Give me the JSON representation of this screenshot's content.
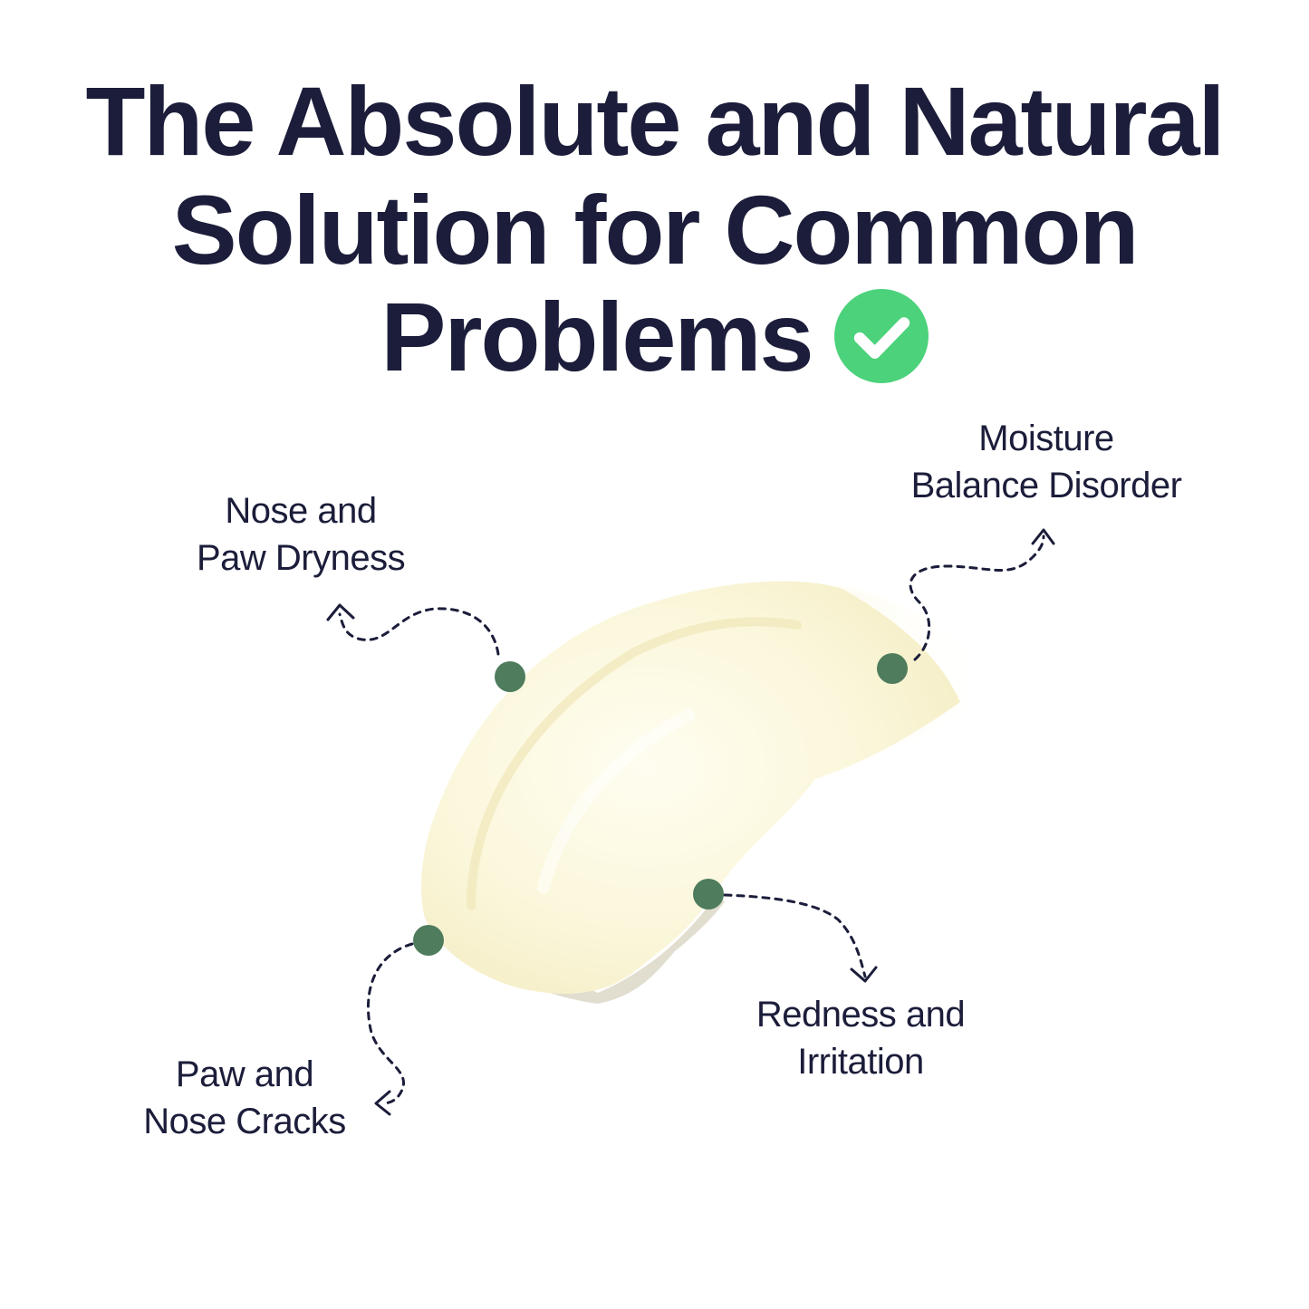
{
  "headline": {
    "line1": "The Absolute and Natural",
    "line2": "Solution for Common",
    "line3": "Problems",
    "check_icon": "check-circle-icon"
  },
  "callouts": [
    {
      "id": "nose",
      "line1": "Nose and",
      "line2": "Paw Dryness"
    },
    {
      "id": "moisture",
      "line1": "Moisture",
      "line2": "Balance Disorder"
    },
    {
      "id": "cracks",
      "line1": "Paw and",
      "line2": "Nose Cracks"
    },
    {
      "id": "redness",
      "line1": "Redness and",
      "line2": "Irritation"
    }
  ],
  "colors": {
    "text": "#1b1d3a",
    "check": "#4cd27b",
    "dot": "#4e7c5c",
    "balm": "#fbf7dc"
  }
}
